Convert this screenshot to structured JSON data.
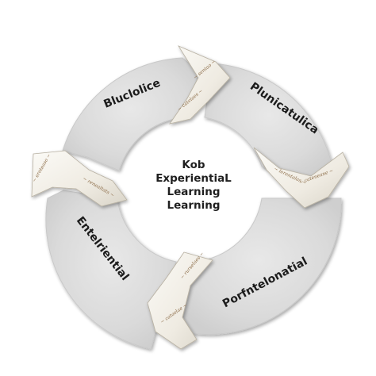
{
  "center": {
    "lines": [
      "Kob",
      "ExperientiaL",
      "Learning",
      "Learning"
    ]
  },
  "segments": [
    {
      "label": "Bluclolice"
    },
    {
      "label": "Plunicatulica"
    },
    {
      "label": "Porfntelonatial"
    },
    {
      "label": "Entelriential"
    }
  ],
  "colors": {
    "segment_fill": "#dcdcdc",
    "segment_edge": "#c9c9c9",
    "arrow_fill": "#f3f0e8",
    "arrow_shadow": "#9a9a9a",
    "text": "#1c1c1c"
  }
}
